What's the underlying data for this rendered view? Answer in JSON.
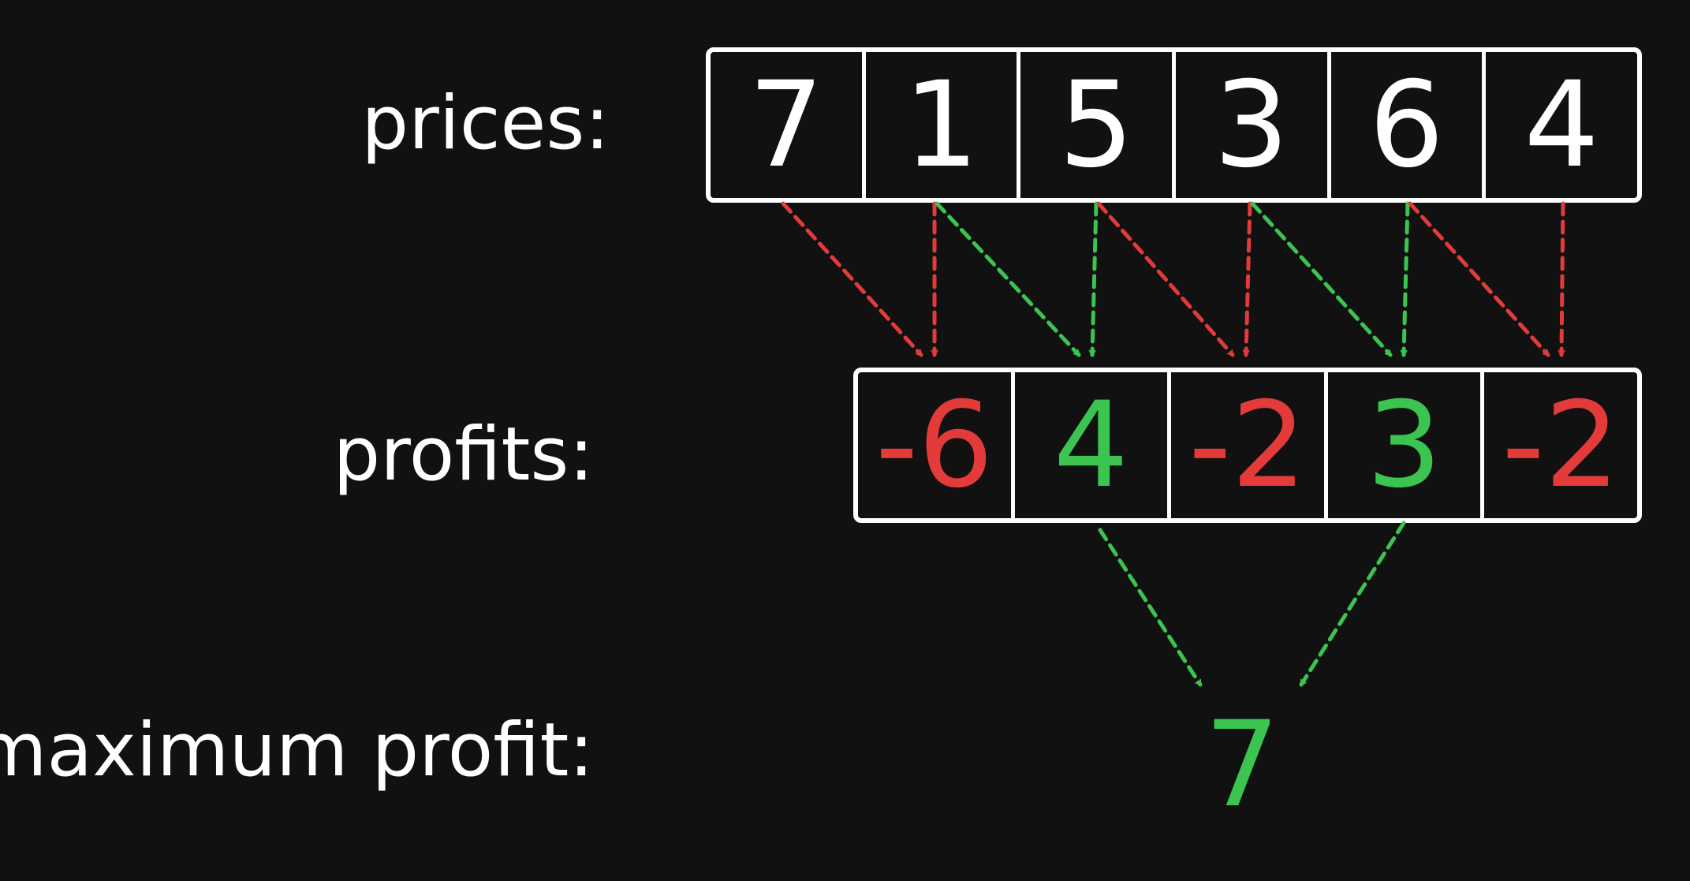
{
  "labels": {
    "prices": "prices:",
    "profits": "profits:",
    "maximum_profit": "maximum profit:"
  },
  "prices": [
    "7",
    "1",
    "5",
    "3",
    "6",
    "4"
  ],
  "profits": [
    {
      "value": "-6",
      "sign": "negative"
    },
    {
      "value": "4",
      "sign": "positive"
    },
    {
      "value": "-2",
      "sign": "negative"
    },
    {
      "value": "3",
      "sign": "positive"
    },
    {
      "value": "-2",
      "sign": "negative"
    }
  ],
  "maximum_profit": "7",
  "colors": {
    "background": "#111111",
    "text": "#ffffff",
    "negative": "#e33a3a",
    "positive": "#3cc450"
  }
}
